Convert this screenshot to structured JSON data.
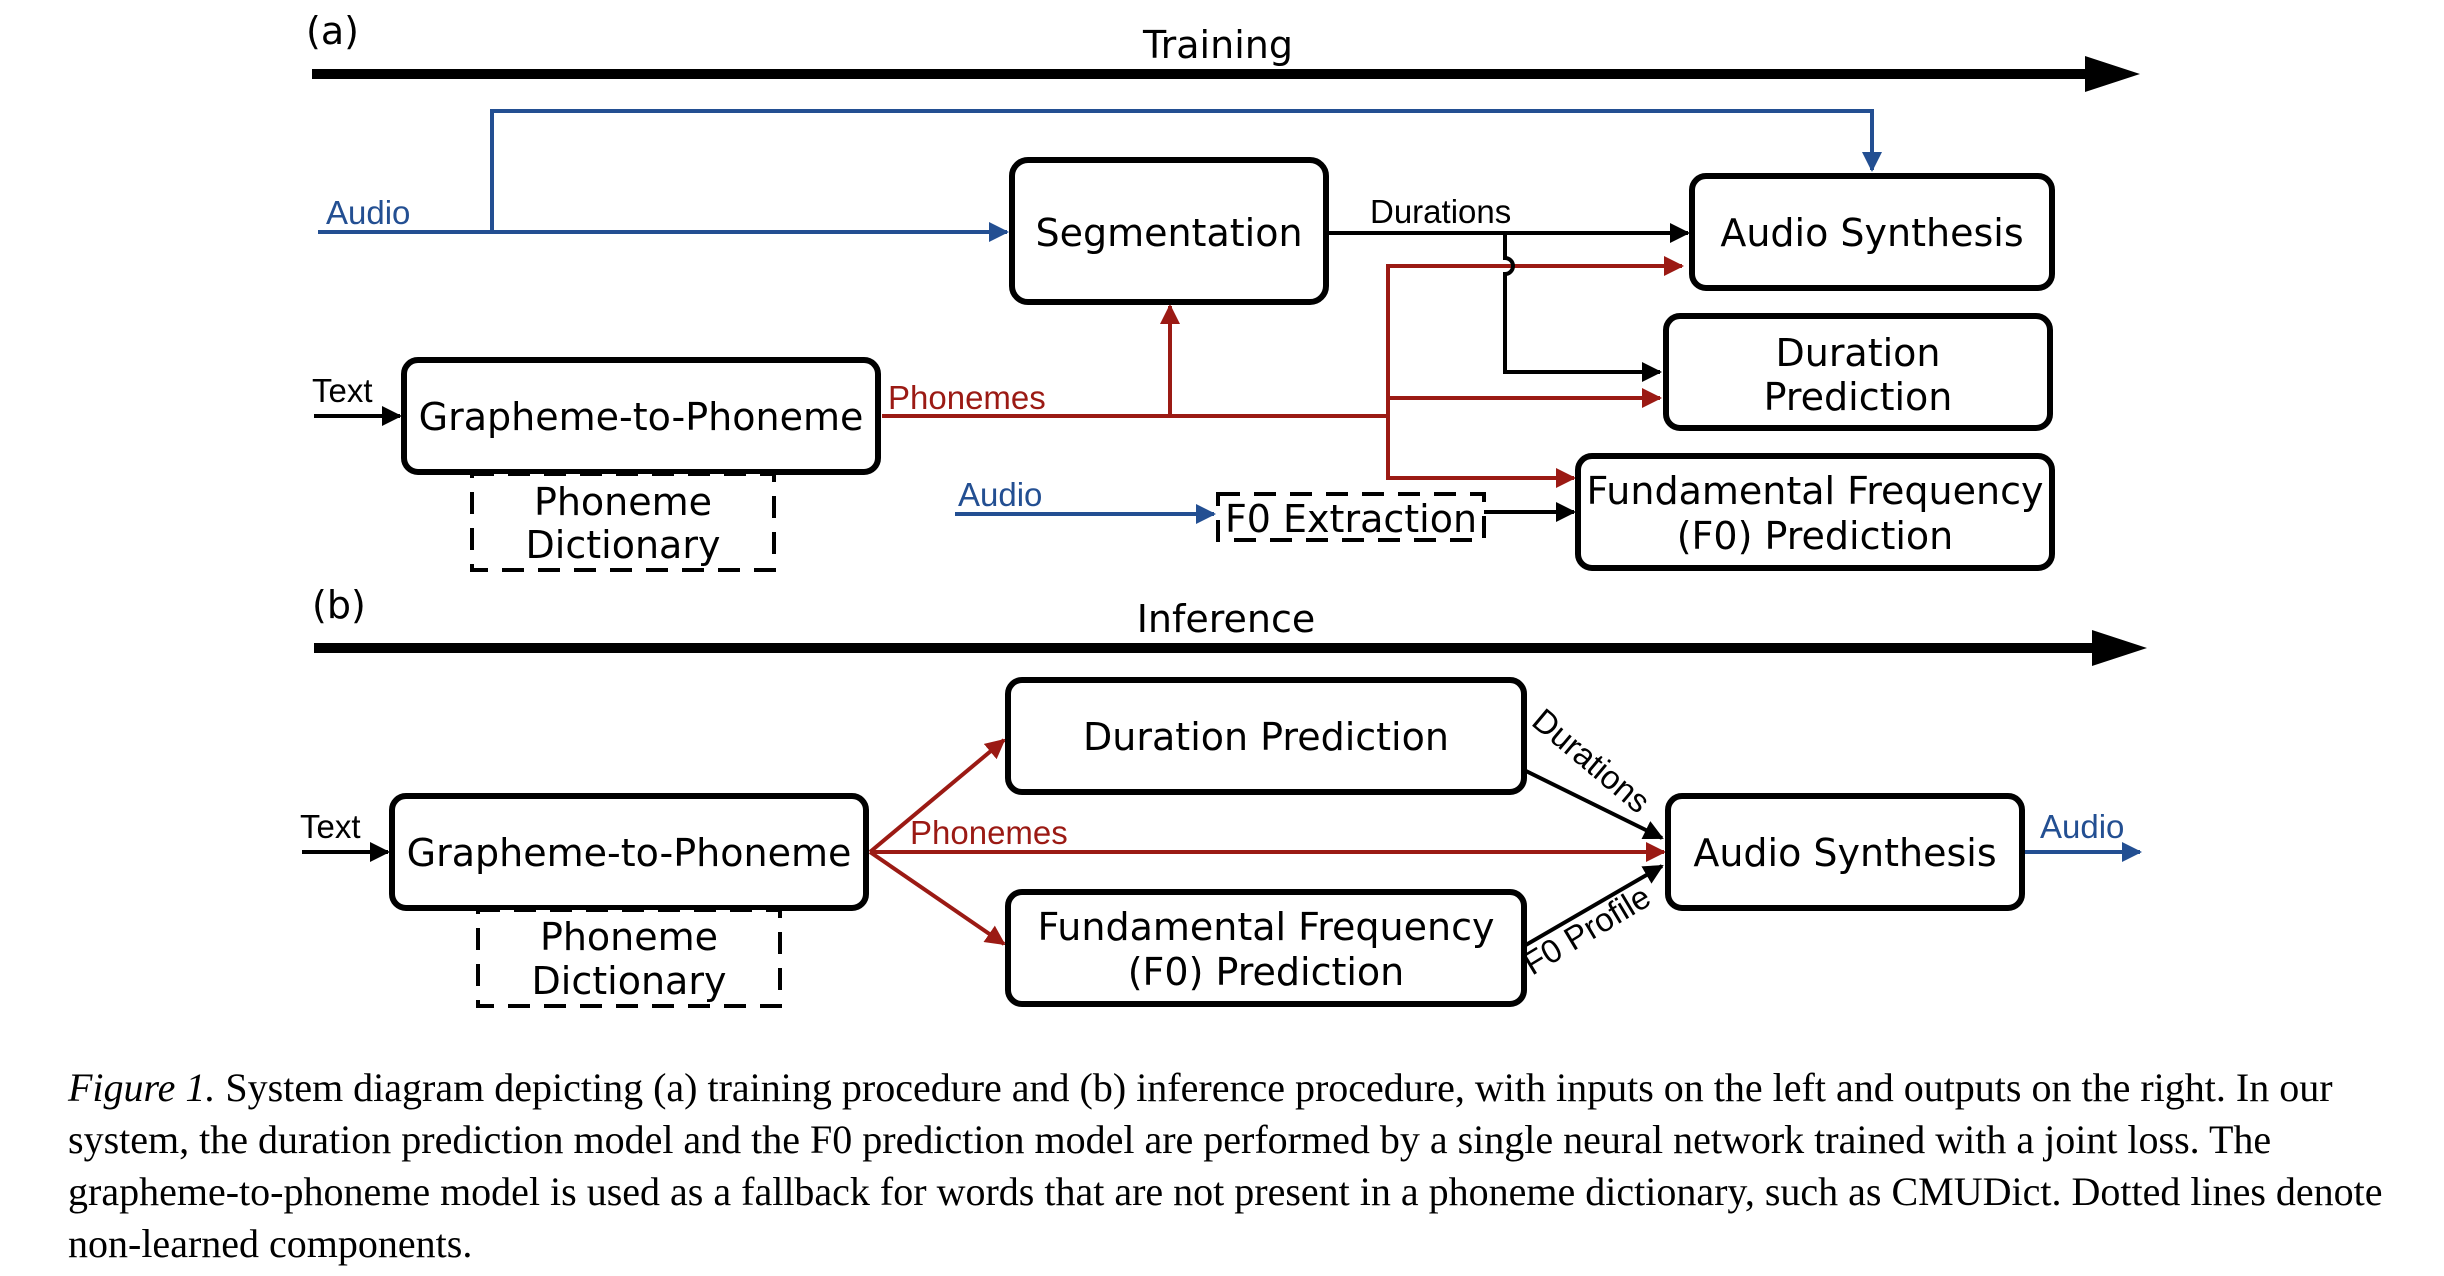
{
  "panels": {
    "a": {
      "tag": "(a)",
      "timeline_label": "Training",
      "inputs": {
        "audio_top": "Audio",
        "text": "Text",
        "audio_f0": "Audio"
      },
      "boxes": {
        "g2p": "Grapheme-to-Phoneme",
        "dict_line1": "Phoneme",
        "dict_line2": "Dictionary",
        "segmentation": "Segmentation",
        "audio_synthesis": "Audio Synthesis",
        "duration_line1": "Duration",
        "duration_line2": "Prediction",
        "f0extract": "F0 Extraction",
        "f0pred_line1": "Fundamental Frequency",
        "f0pred_line2": "(F0) Prediction"
      },
      "edge_labels": {
        "phonemes": "Phonemes",
        "durations": "Durations"
      }
    },
    "b": {
      "tag": "(b)",
      "timeline_label": "Inference",
      "inputs": {
        "text": "Text"
      },
      "outputs": {
        "audio": "Audio"
      },
      "boxes": {
        "g2p": "Grapheme-to-Phoneme",
        "dict_line1": "Phoneme",
        "dict_line2": "Dictionary",
        "duration": "Duration Prediction",
        "f0pred_line1": "Fundamental Frequency",
        "f0pred_line2": "(F0) Prediction",
        "audio_synthesis": "Audio Synthesis"
      },
      "edge_labels": {
        "phonemes": "Phonemes",
        "durations": "Durations",
        "f0_profile": "F0 Profile"
      }
    }
  },
  "caption": {
    "lead": "Figure 1.",
    "text": " System diagram depicting (a) training procedure and (b) inference procedure, with inputs on the left and outputs on the right. In our system, the duration prediction model and the F0 prediction model are performed by a single neural network trained with a joint loss. The grapheme-to-phoneme model is used as a fallback for words that are not present in a phoneme dictionary, such as CMUDict. Dotted lines denote non-learned components."
  },
  "colors": {
    "black": "#000000",
    "red": "#9b1a14",
    "blue": "#234f92"
  }
}
